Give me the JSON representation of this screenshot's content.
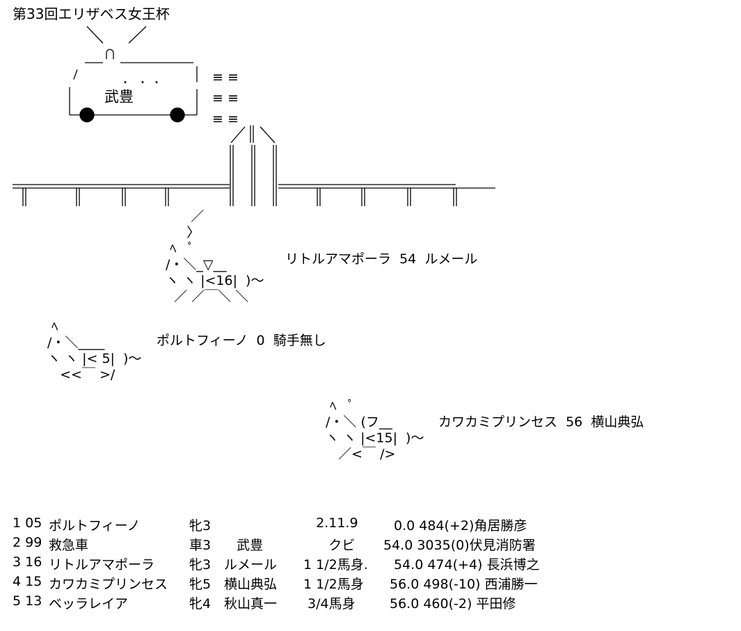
{
  "title": "第33回エリザベス女王杯",
  "ambulance": {
    "label": "武豊",
    "speed_lines": [
      "≡ ≡",
      "≡ ≡",
      "≡ ≡"
    ]
  },
  "horses": [
    {
      "art": [
        "      ／",
        "     〉",
        " ﾍ   ﾟ",
        "/・＼_▽__",
        "ヽ ヽ |<16|  )～",
        "  ／ ／￣＼ ＼"
      ],
      "label": "リトルアマポーラ  54  ルメール"
    },
    {
      "art": [
        " ﾍ",
        "/・＼____",
        "ヽ ヽ |< 5|  )～",
        "   <<￣ >/"
      ],
      "label": "ポルトフィーノ  0  騎手無し"
    },
    {
      "art": [
        " ﾍ   ﾟ",
        "/・＼ (フ__",
        "ヽ ヽ |<15|  )～",
        "   ／<￣ />"
      ],
      "label": "カワカミプリンセス  56  横山典弘"
    }
  ],
  "results": [
    {
      "pos": "1 05",
      "name": "ポルトフィーノ",
      "sex_age": "牝3",
      "jockey": "",
      "margin": "   2.11.9",
      "rest": "0.0 484(+2)角居勝彦"
    },
    {
      "pos": "2 99",
      "name": "救急車",
      "sex_age": "車3",
      "jockey": "   武豊",
      "margin": "      クビ",
      "rest": "54.0 3035(0)伏見消防署"
    },
    {
      "pos": "3 16",
      "name": "リトルアマポーラ",
      "sex_age": "牝3",
      "jockey": "ルメール",
      "margin": "1 1/2馬身.",
      "rest": "54.0 474(+4) 長浜博之"
    },
    {
      "pos": "4 15",
      "name": "カワカミプリンセス",
      "sex_age": "牝5",
      "jockey": "横山典弘",
      "margin": "1 1/2馬身",
      "rest": "56.0 498(-10) 西浦勝一"
    },
    {
      "pos": "5 13",
      "name": "ベッラレイア",
      "sex_age": "牝4",
      "jockey": "秋山真一",
      "margin": " 3/4馬身",
      "rest": "56.0 460(-2) 平田修"
    }
  ]
}
